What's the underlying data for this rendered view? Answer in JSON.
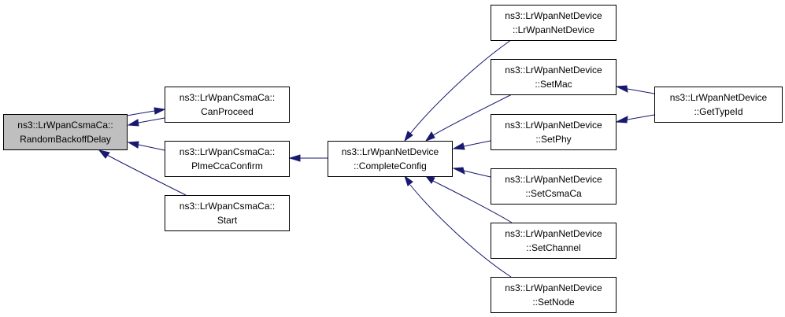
{
  "graph": {
    "colors": {
      "edge": "#191970",
      "root_fill": "#bfbfbf",
      "node_fill": "#ffffff",
      "node_border": "#000000"
    },
    "nodes": [
      {
        "id": "random-backoff-delay",
        "lines": [
          "ns3::LrWpanCsmaCa::",
          "RandomBackoffDelay"
        ],
        "root": true
      },
      {
        "id": "can-proceed",
        "lines": [
          "ns3::LrWpanCsmaCa::",
          "CanProceed"
        ]
      },
      {
        "id": "plme-cca-confirm",
        "lines": [
          "ns3::LrWpanCsmaCa::",
          "PlmeCcaConfirm"
        ]
      },
      {
        "id": "start",
        "lines": [
          "ns3::LrWpanCsmaCa::",
          "Start"
        ]
      },
      {
        "id": "complete-config",
        "lines": [
          "ns3::LrWpanNetDevice",
          "::CompleteConfig"
        ]
      },
      {
        "id": "lrwpan-net-device",
        "lines": [
          "ns3::LrWpanNetDevice",
          "::LrWpanNetDevice"
        ]
      },
      {
        "id": "set-mac",
        "lines": [
          "ns3::LrWpanNetDevice",
          "::SetMac"
        ]
      },
      {
        "id": "set-phy",
        "lines": [
          "ns3::LrWpanNetDevice",
          "::SetPhy"
        ]
      },
      {
        "id": "set-csma-ca",
        "lines": [
          "ns3::LrWpanNetDevice",
          "::SetCsmaCa"
        ]
      },
      {
        "id": "set-channel",
        "lines": [
          "ns3::LrWpanNetDevice",
          "::SetChannel"
        ]
      },
      {
        "id": "set-node",
        "lines": [
          "ns3::LrWpanNetDevice",
          "::SetNode"
        ]
      },
      {
        "id": "get-type-id",
        "lines": [
          "ns3::LrWpanNetDevice",
          "::GetTypeId"
        ]
      }
    ],
    "edges": [
      {
        "from": "can-proceed",
        "to": "random-backoff-delay"
      },
      {
        "from": "plme-cca-confirm",
        "to": "random-backoff-delay"
      },
      {
        "from": "start",
        "to": "random-backoff-delay"
      },
      {
        "from": "random-backoff-delay",
        "to": "can-proceed"
      },
      {
        "from": "complete-config",
        "to": "plme-cca-confirm"
      },
      {
        "from": "lrwpan-net-device",
        "to": "complete-config"
      },
      {
        "from": "set-mac",
        "to": "complete-config"
      },
      {
        "from": "set-phy",
        "to": "complete-config"
      },
      {
        "from": "set-csma-ca",
        "to": "complete-config"
      },
      {
        "from": "set-channel",
        "to": "complete-config"
      },
      {
        "from": "set-node",
        "to": "complete-config"
      },
      {
        "from": "get-type-id",
        "to": "set-mac"
      },
      {
        "from": "get-type-id",
        "to": "set-phy"
      }
    ]
  }
}
